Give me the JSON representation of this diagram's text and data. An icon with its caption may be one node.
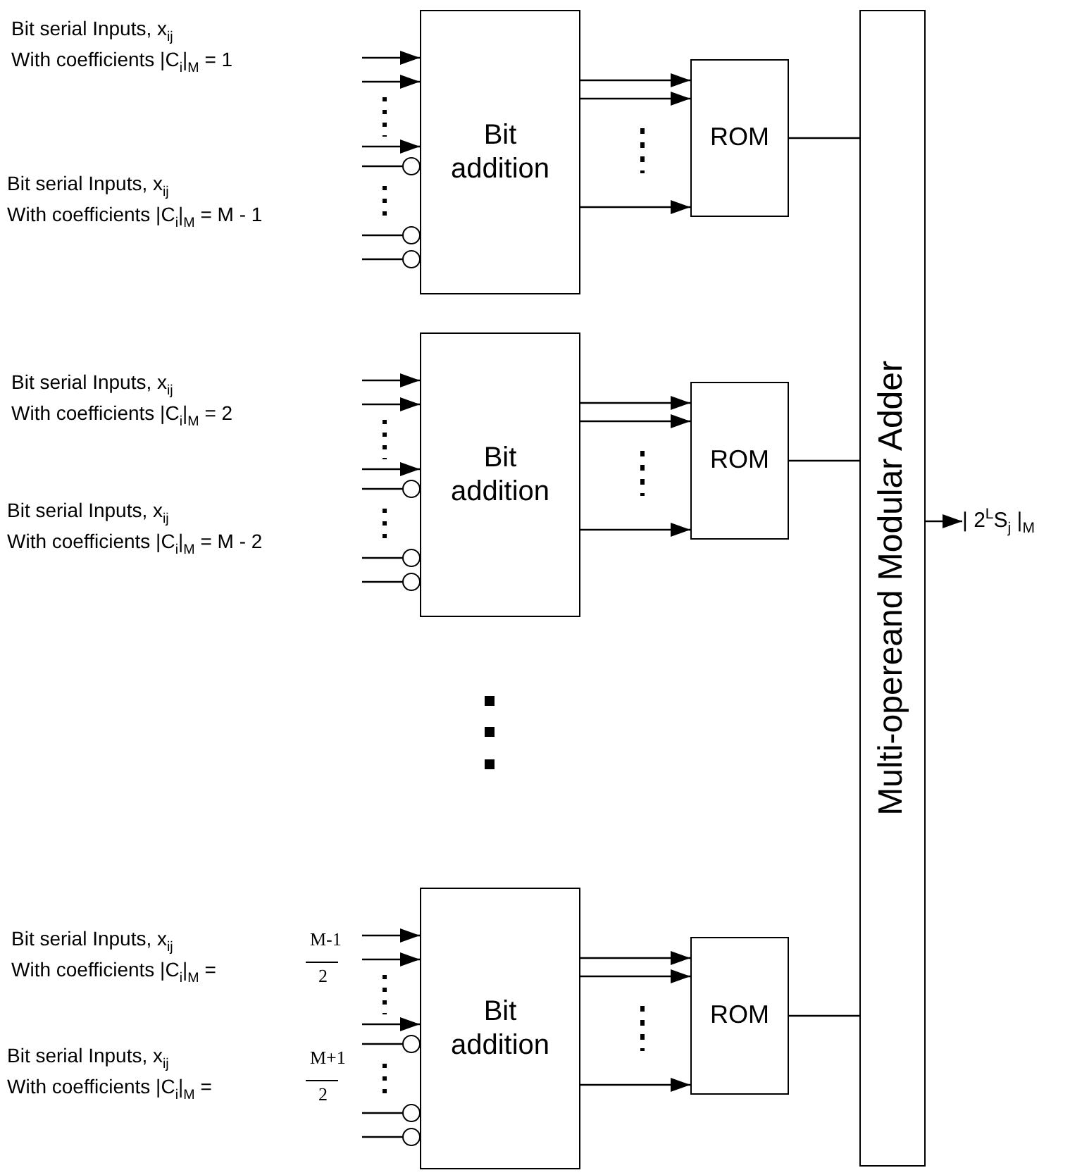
{
  "diagram": {
    "nodes": [
      {
        "text": [
          "Bit addition"
        ]
      },
      {
        "text": [
          "ROM"
        ]
      },
      {
        "text": [
          "Bit addition"
        ]
      },
      {
        "text": [
          "ROM"
        ]
      },
      {
        "text": [
          "Bit addition"
        ]
      },
      {
        "text": [
          "ROM"
        ]
      },
      {
        "text": [
          "Multi-opereand Modular Adder"
        ]
      },
      {
        "text": [
          "| 2$^{L}$S$_{j}$ |$_{M}$"
        ]
      }
    ],
    "edges": [
      {
        "from": null,
        "to": 0,
        "arrow": "to"
      },
      {
        "from": null,
        "to": 0,
        "arrow": "to"
      },
      {
        "from": null,
        "to": 0,
        "arrow": "to"
      },
      {
        "from": null,
        "to": 0,
        "arrow": "other"
      },
      {
        "from": null,
        "to": 0,
        "arrow": "other"
      },
      {
        "from": null,
        "to": 0,
        "arrow": "other"
      },
      {
        "from": 0,
        "to": 1,
        "arrow": "to"
      },
      {
        "from": 0,
        "to": 1,
        "arrow": "to"
      },
      {
        "from": 0,
        "to": 1,
        "arrow": "to"
      },
      {
        "from": 1,
        "to": 6,
        "arrow": "none"
      },
      {
        "from": null,
        "to": 2,
        "arrow": "to"
      },
      {
        "from": null,
        "to": 2,
        "arrow": "to"
      },
      {
        "from": null,
        "to": 2,
        "arrow": "to"
      },
      {
        "from": null,
        "to": 2,
        "arrow": "other"
      },
      {
        "from": null,
        "to": 2,
        "arrow": "other"
      },
      {
        "from": null,
        "to": 2,
        "arrow": "other"
      },
      {
        "from": 2,
        "to": 3,
        "arrow": "to"
      },
      {
        "from": 2,
        "to": 3,
        "arrow": "to"
      },
      {
        "from": 2,
        "to": 3,
        "arrow": "to"
      },
      {
        "from": 3,
        "to": 6,
        "arrow": "none"
      },
      {
        "from": null,
        "to": 4,
        "arrow": "to"
      },
      {
        "from": null,
        "to": 4,
        "arrow": "to"
      },
      {
        "from": null,
        "to": 4,
        "arrow": "to"
      },
      {
        "from": null,
        "to": 4,
        "arrow": "other"
      },
      {
        "from": null,
        "to": 4,
        "arrow": "other"
      },
      {
        "from": null,
        "to": 4,
        "arrow": "other"
      },
      {
        "from": 4,
        "to": 5,
        "arrow": "to"
      },
      {
        "from": 4,
        "to": 5,
        "arrow": "to"
      },
      {
        "from": 4,
        "to": 5,
        "arrow": "to"
      },
      {
        "from": 5,
        "to": 6,
        "arrow": "none"
      },
      {
        "from": 6,
        "to": 7,
        "arrow": "to"
      }
    ],
    "labels": [
      "Bit serial Inputs, x$_{ij}$",
      "With coefficients |C$_{i}$|$_{M}$ = 1",
      "Bit serial Inputs, x$_{ij}$",
      "With coefficients |C$_{i}$|$_{M}$ = M - 1",
      "Bit serial Inputs, x$_{ij}$",
      "With coefficients |C$_{i}$|$_{M}$ = 2",
      "Bit serial Inputs, x$_{ij}$",
      "With coefficients |C$_{i}$|$_{M}$ = M - 2",
      "Bit serial Inputs, x$_{ij}$",
      "With coefficients |C$_{i}$|$_{M}$ =",
      "M-1",
      "2",
      "Bit serial Inputs, x$_{ij}$",
      "With coefficients |C$_{i}$|$_{M}$ =",
      "M+1",
      "2"
    ]
  }
}
